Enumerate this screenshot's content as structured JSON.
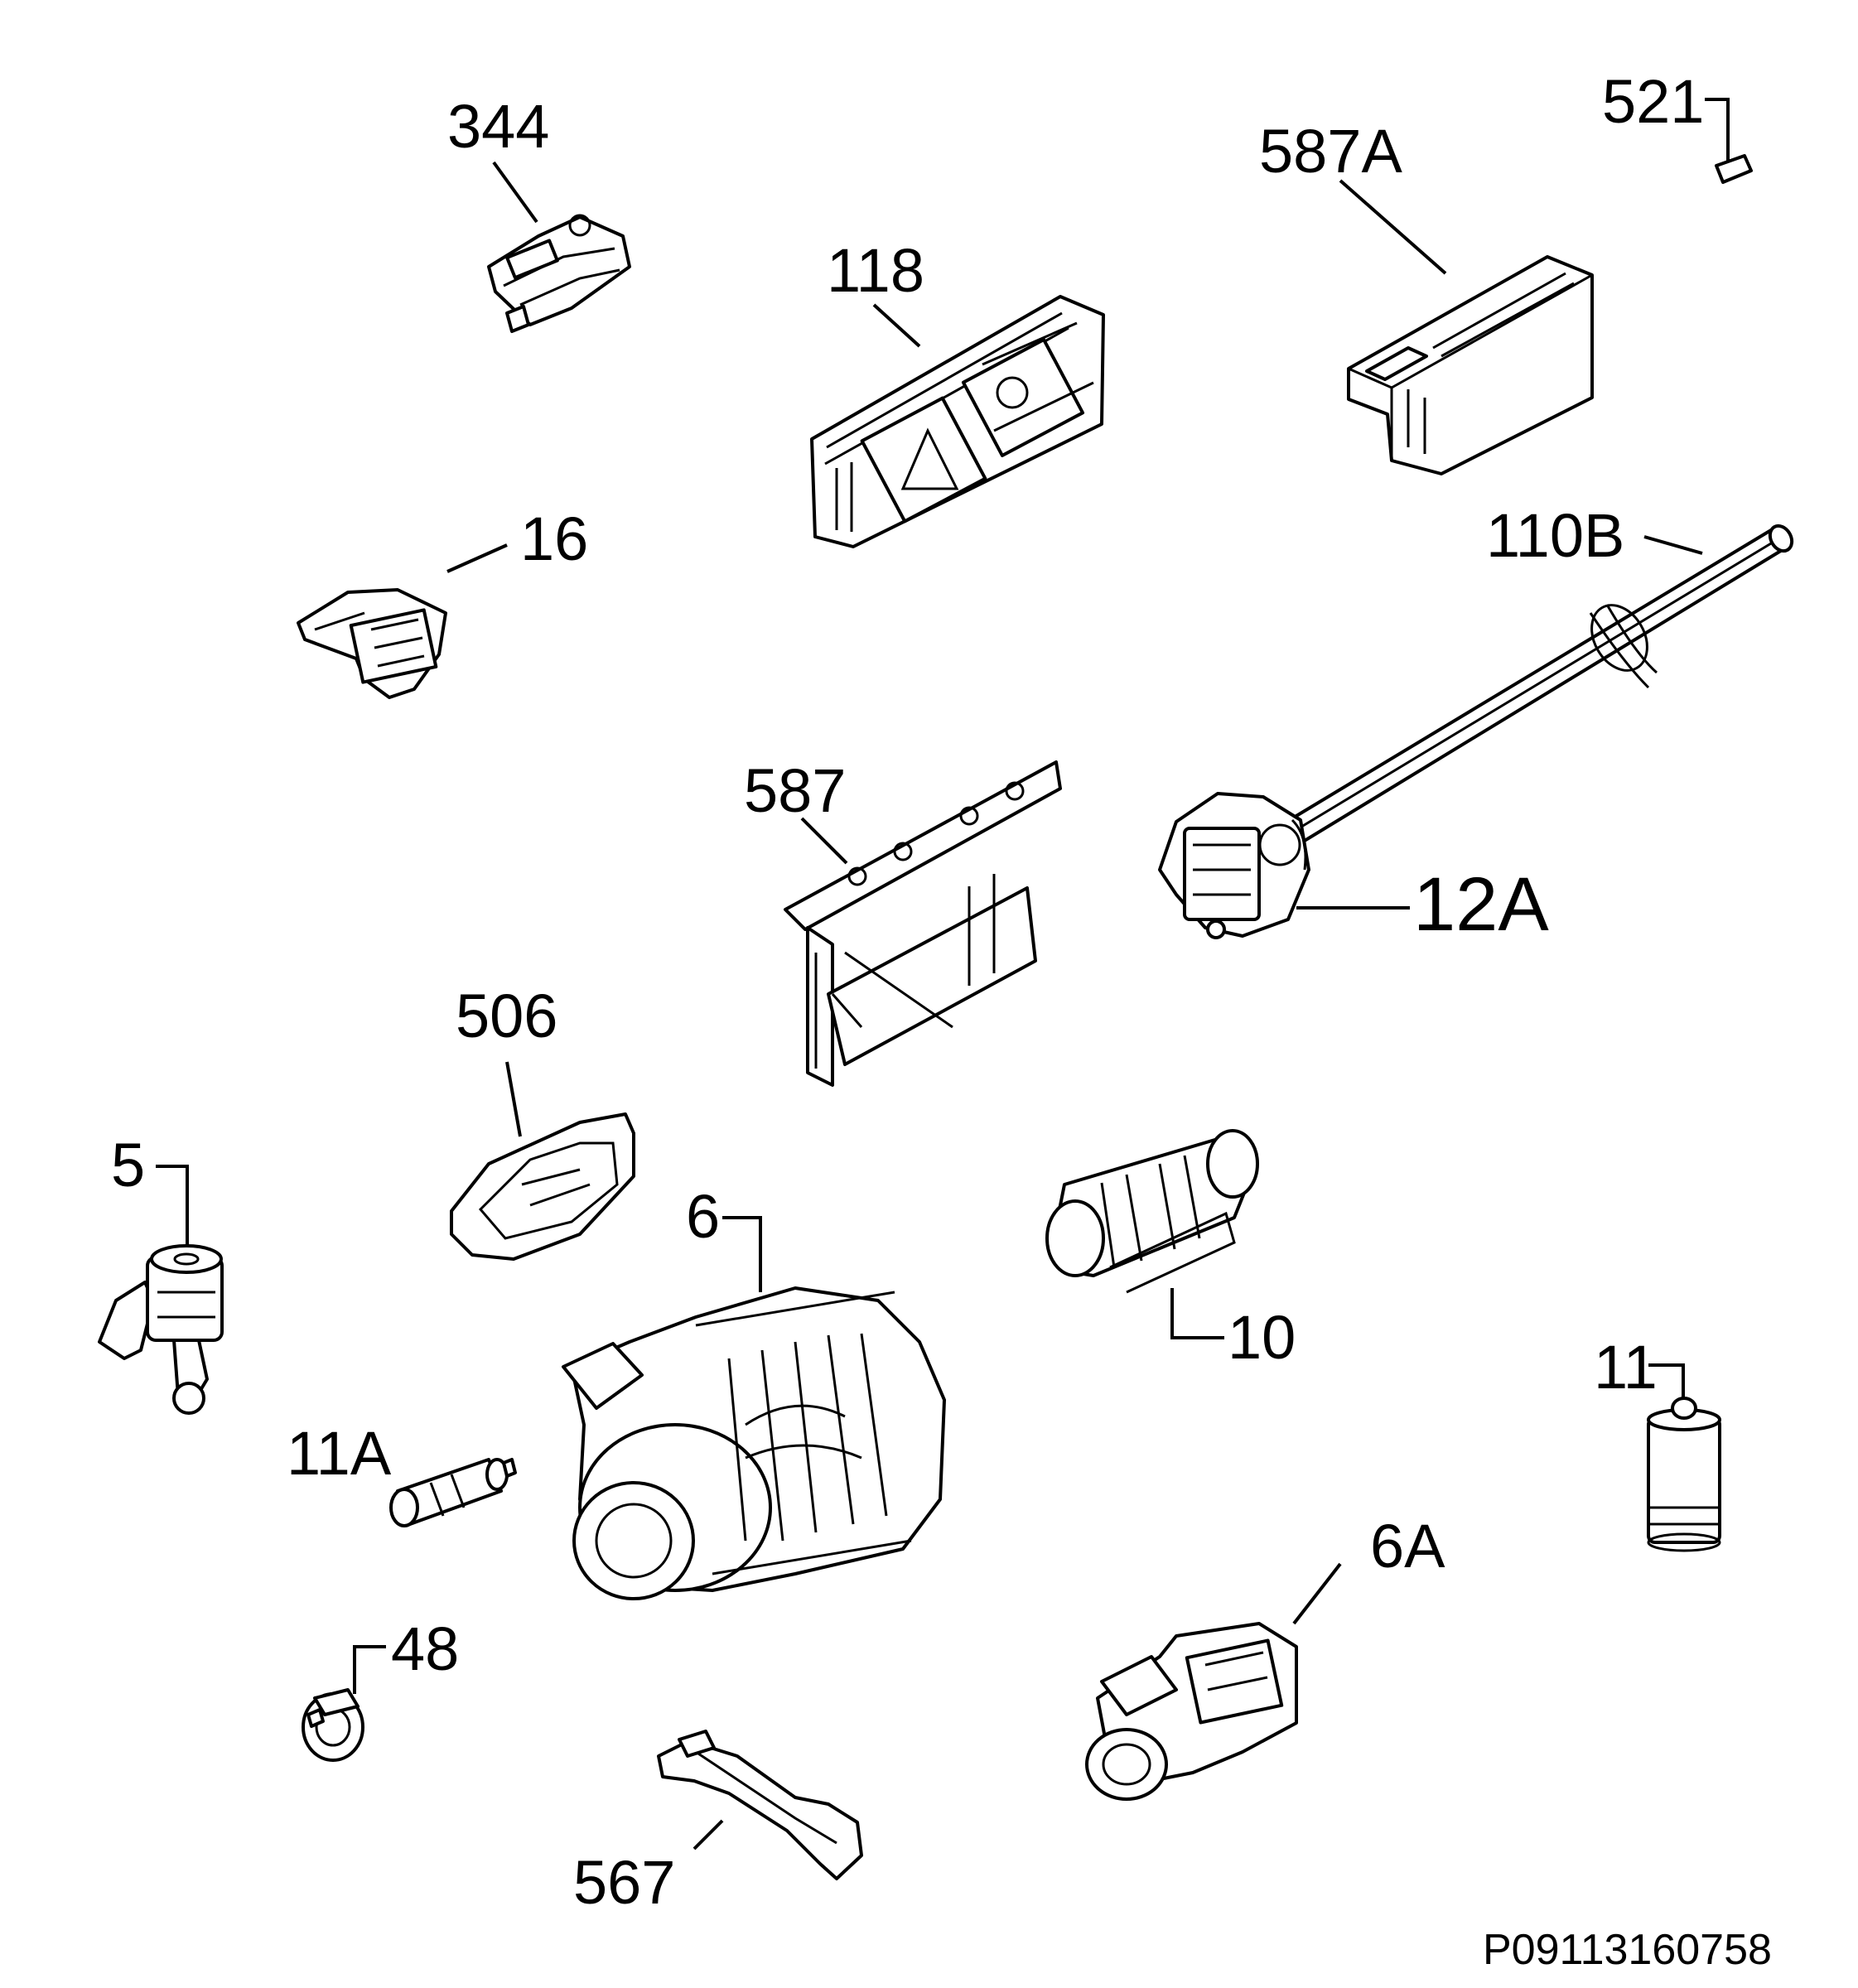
{
  "callouts": {
    "c344": "344",
    "c587A": "587A",
    "c521": "521",
    "c118": "118",
    "c16": "16",
    "c110B": "110B",
    "c587": "587",
    "c12A": "12A",
    "c506": "506",
    "c5": "5",
    "c6": "6",
    "c10": "10",
    "c11": "11",
    "c11A": "11A",
    "c6A": "6A",
    "c48": "48",
    "c567": "567"
  },
  "diagram_id": "P09113160758",
  "colors": {
    "line": "#000000",
    "background": "#ffffff"
  }
}
